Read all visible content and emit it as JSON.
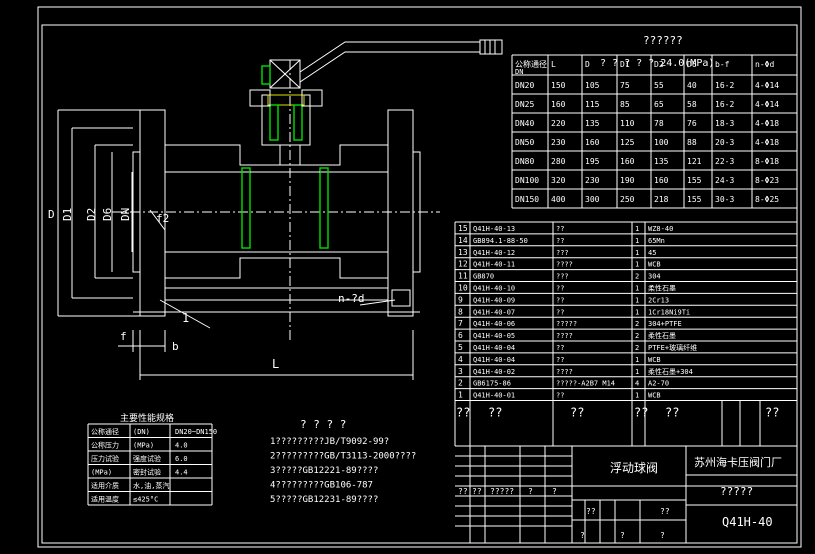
{
  "drawing": {
    "table_title": "??????",
    "pressure_note": "?     ?     ?     ?     ?  24.0(MPa)",
    "dim_headers": [
      "公称通径",
      "L",
      "D",
      "D1",
      "D2",
      "D6",
      "b-f",
      "n-Φd"
    ],
    "dim_subheader": "DN",
    "dim_rows": [
      [
        "DN20",
        "150",
        "105",
        "75",
        "55",
        "40",
        "16-2",
        "4-Φ14"
      ],
      [
        "DN25",
        "160",
        "115",
        "85",
        "65",
        "58",
        "16-2",
        "4-Φ14"
      ],
      [
        "DN40",
        "220",
        "135",
        "110",
        "78",
        "76",
        "18-3",
        "4-Φ18"
      ],
      [
        "DN50",
        "230",
        "160",
        "125",
        "100",
        "88",
        "20-3",
        "4-Φ18"
      ],
      [
        "DN80",
        "280",
        "195",
        "160",
        "135",
        "121",
        "22-3",
        "8-Φ18"
      ],
      [
        "DN100",
        "320",
        "230",
        "190",
        "160",
        "155",
        "24-3",
        "8-Φ23"
      ],
      [
        "DN150",
        "400",
        "300",
        "250",
        "218",
        "155",
        "30-3",
        "8-Φ25"
      ]
    ],
    "parts": [
      [
        "15",
        "Q41H-40-13",
        "??",
        "1",
        "WZ8-40"
      ],
      [
        "14",
        "GB894.1-88-50",
        "??",
        "1",
        "65Mn"
      ],
      [
        "13",
        "Q41H-40-12",
        "???",
        "1",
        "45"
      ],
      [
        "12",
        "Q41H-40-11",
        "????",
        "1",
        "WCB"
      ],
      [
        "11",
        "GB870",
        "???",
        "2",
        "304"
      ],
      [
        "10",
        "Q41H-40-10",
        "??",
        "1",
        "柔性石墨"
      ],
      [
        "9",
        "Q41H-40-09",
        "??",
        "1",
        "2Cr13"
      ],
      [
        "8",
        "Q41H-40-07",
        "??",
        "1",
        "1Cr18Ni9Ti"
      ],
      [
        "7",
        "Q41H-40-06",
        "?????",
        "2",
        "304+PTFE"
      ],
      [
        "6",
        "Q41H-40-05",
        "????",
        "2",
        "柔性石墨"
      ],
      [
        "5",
        "Q41H-40-04",
        "??",
        "2",
        "PTFE+玻璃纤维"
      ],
      [
        "4",
        "Q41H-40-04",
        "??",
        "1",
        "WCB"
      ],
      [
        "3",
        "Q41H-40-02",
        "????",
        "1",
        "柔性石墨+304"
      ],
      [
        "2",
        "GB6175-86",
        "?????-A2B7 M14",
        "4",
        "A2-70"
      ],
      [
        "1",
        "Q41H-40-01",
        "??",
        "1",
        "WCB"
      ]
    ],
    "parts_header": [
      "??",
      "??",
      "??",
      "??",
      "??",
      "??"
    ],
    "title_block": {
      "name": "浮动球阀",
      "company": "苏州海卡压阀门厂",
      "drawing_no_label": "?????",
      "model": "Q41H-40",
      "row_small": [
        "??",
        "??",
        "?????",
        "?",
        "?"
      ],
      "scale_row": [
        "??",
        "??"
      ],
      "sheet_row": [
        "?",
        "?",
        "?"
      ]
    },
    "tech_title": "? ? ? ?",
    "tech_notes": [
      "1?????????JB/T9092-99?",
      "2?????????GB/T3113-2000????",
      "3?????GB12221-89????",
      "4?????????GB106-787",
      "5?????GB12231-89????"
    ],
    "perf_title": "主要性能规格",
    "perf_rows": [
      [
        "公称通径",
        "(DN)",
        "DN20~DN150"
      ],
      [
        "公称压力",
        "(MPa)",
        "4.0"
      ],
      [
        "压力试验",
        "强度试验",
        "6.0"
      ],
      [
        "(MPa)",
        "密封试验",
        "4.4"
      ],
      [
        "适用介质",
        "水,油,蒸汽",
        ""
      ],
      [
        "适用温度",
        "≤425°C",
        ""
      ]
    ],
    "dim_labels": {
      "D": "D",
      "D1": "D1",
      "D2": "D2",
      "D6": "D6",
      "DN": "DN",
      "f2": "f2",
      "f": "f",
      "b": "b",
      "L": "L",
      "nd": "n-?d",
      "one": "1"
    }
  }
}
